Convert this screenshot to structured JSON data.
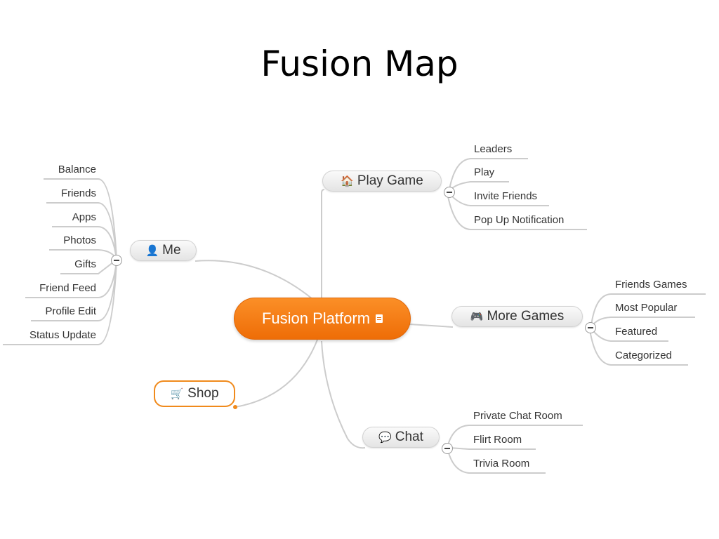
{
  "slide_title": "Fusion Map",
  "central": {
    "label": "Fusion Platform",
    "icon": "note-icon"
  },
  "branches": {
    "play_game": {
      "label": "Play Game",
      "icon": "house-icon",
      "glyph": "🏠",
      "children": [
        "Leaders",
        "Play",
        "Invite Friends",
        "Pop Up Notification"
      ]
    },
    "more_games": {
      "label": "More Games",
      "icon": "game-controller-icon",
      "glyph": "🎮",
      "children": [
        "Friends Games",
        "Most Popular",
        "Featured",
        "Categorized"
      ]
    },
    "chat": {
      "label": "Chat",
      "icon": "speech-bubble-icon",
      "glyph": "💬",
      "children": [
        "Private Chat Room",
        "Flirt Room",
        "Trivia Room"
      ]
    },
    "me": {
      "label": "Me",
      "icon": "user-icon",
      "glyph": "👤",
      "children": [
        "Balance",
        "Friends",
        "Apps",
        "Photos",
        "Gifts",
        "Friend Feed",
        "Profile Edit",
        "Status Update"
      ]
    },
    "shop": {
      "label": "Shop",
      "icon": "shopping-cart-icon",
      "glyph": "🛒"
    }
  },
  "colors": {
    "central_fill": "#f07b12",
    "shop_border": "#f08a1c",
    "connector": "#cccccc",
    "text": "#333333"
  }
}
